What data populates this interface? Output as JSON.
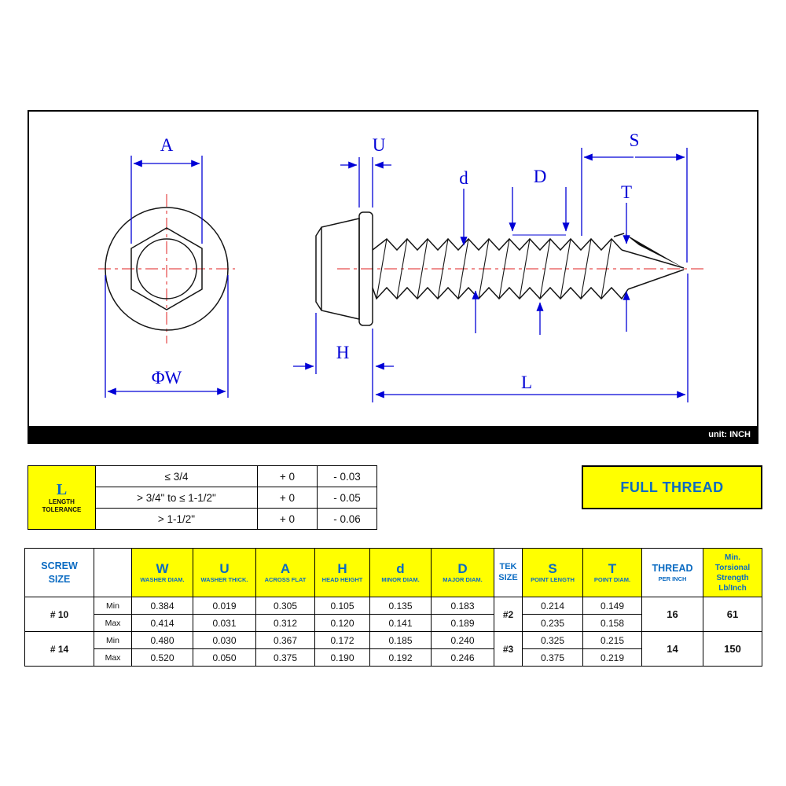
{
  "colors": {
    "accent_blue_dim": "#0000d6",
    "accent_blue_table": "#0b6bc2",
    "highlight_yellow": "#ffff00",
    "centerline_red": "#e02222"
  },
  "drawing": {
    "unit": "unit: INCH",
    "dim_labels": {
      "A": "A",
      "phiW": "ΦW",
      "U": "U",
      "d": "d",
      "D": "D",
      "S": "S",
      "T": "T",
      "H": "H",
      "L": "L"
    }
  },
  "tolerance": {
    "letter": "L",
    "caption_l1": "LENGTH",
    "caption_l2": "TOLERANCE",
    "rows": [
      {
        "range": "≤ 3/4",
        "plus": "+ 0",
        "minus": "- 0.03"
      },
      {
        "range": "> 3/4\" to ≤ 1-1/2\"",
        "plus": "+ 0",
        "minus": "- 0.05"
      },
      {
        "range": "> 1-1/2\"",
        "plus": "+ 0",
        "minus": "- 0.06"
      }
    ]
  },
  "full_thread": {
    "label": "FULL THREAD"
  },
  "spec": {
    "header": {
      "screw_l1": "SCREW",
      "screw_l2": "SIZE",
      "dims": [
        {
          "letter": "W",
          "caption": "WASHER DIAM."
        },
        {
          "letter": "U",
          "caption": "WASHER THICK."
        },
        {
          "letter": "A",
          "caption": "ACROSS FLAT"
        },
        {
          "letter": "H",
          "caption": "HEAD HEIGHT"
        },
        {
          "letter": "d",
          "caption": "MINOR DIAM."
        },
        {
          "letter": "D",
          "caption": "MAJOR DIAM."
        },
        {
          "letter": "S",
          "caption": "POINT LENGTH"
        },
        {
          "letter": "T",
          "caption": "POINT DIAM."
        }
      ],
      "tek_l1": "TEK",
      "tek_l2": "SIZE",
      "thread_l1": "THREAD",
      "thread_l2": "PER INCH",
      "tor_l1": "Min.",
      "tor_l2": "Torsional",
      "tor_l3": "Strength",
      "tor_l4": "Lb/Inch"
    },
    "labels": {
      "min": "Min",
      "max": "Max"
    },
    "groups": [
      {
        "size": "# 10",
        "tek": "#2",
        "tpi": "16",
        "torsional": "61",
        "min": {
          "w": "0.384",
          "u": "0.019",
          "a": "0.305",
          "h": "0.105",
          "d": "0.135",
          "D": "0.183",
          "s": "0.214",
          "t": "0.149"
        },
        "max": {
          "w": "0.414",
          "u": "0.031",
          "a": "0.312",
          "h": "0.120",
          "d": "0.141",
          "D": "0.189",
          "s": "0.235",
          "t": "0.158"
        }
      },
      {
        "size": "# 14",
        "tek": "#3",
        "tpi": "14",
        "torsional": "150",
        "min": {
          "w": "0.480",
          "u": "0.030",
          "a": "0.367",
          "h": "0.172",
          "d": "0.185",
          "D": "0.240",
          "s": "0.325",
          "t": "0.215"
        },
        "max": {
          "w": "0.520",
          "u": "0.050",
          "a": "0.375",
          "h": "0.190",
          "d": "0.192",
          "D": "0.246",
          "s": "0.375",
          "t": "0.219"
        }
      }
    ]
  }
}
